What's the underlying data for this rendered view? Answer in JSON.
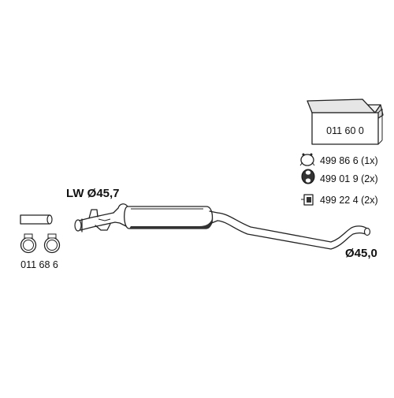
{
  "diagram": {
    "box_part_number": "011 60 0",
    "hanger_1_label": "499 86 6 (1x)",
    "hanger_2_label": "499 01 9 (2x)",
    "clamp_label": "499 22 4 (2x)",
    "inlet_diameter_label": "LW Ø45,7",
    "outlet_diameter_label": "Ø45,0",
    "connector_part_number": "011 68 6"
  },
  "icons": {
    "parts_box": "box-icon",
    "hanger_round": "rubber-hanger-icon",
    "hanger_ring": "rubber-ring-icon",
    "clamp": "mounting-clamp-icon",
    "pipe_clamps": "pipe-clamp-icon"
  }
}
